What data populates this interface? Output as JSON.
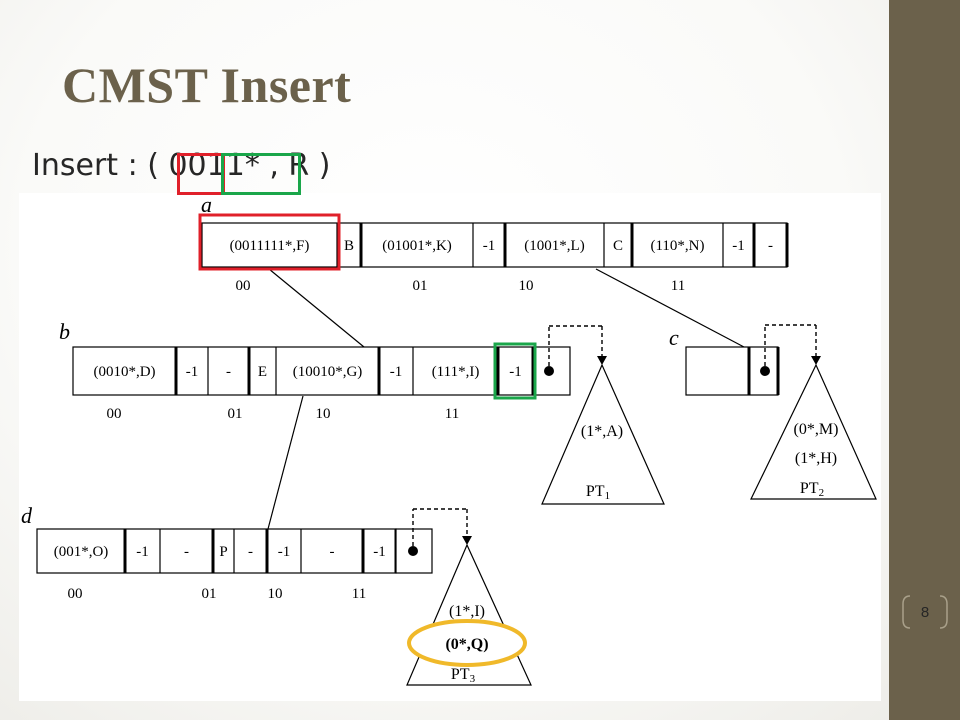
{
  "slide": {
    "title": "CMST Insert",
    "insert_text": "Insert : ( 0011* , R )",
    "page_number": "8"
  },
  "colors": {
    "title": "#6b614b",
    "side_bar": "#6b614b",
    "highlight_red": "#e0202a",
    "highlight_green": "#1aa64a",
    "highlight_gold": "#f0b92a"
  },
  "diagram": {
    "node_labels": {
      "a": "a",
      "b": "b",
      "c": "c",
      "d": "d"
    },
    "node_a": {
      "cells": [
        "(0011111*,F)",
        "B",
        "(01001*,K)",
        "-1",
        "(1001*,L)",
        "C",
        "(110*,N)",
        "-1",
        "-"
      ],
      "indices": [
        "00",
        "01",
        "10",
        "11"
      ]
    },
    "node_b": {
      "cells": [
        "(0010*,D)",
        "-1",
        "-",
        "E",
        "(10010*,G)",
        "-1",
        "(111*,I)",
        "-1"
      ],
      "indices": [
        "00",
        "01",
        "10",
        "11"
      ]
    },
    "node_d": {
      "cells": [
        "(001*,O)",
        "-1",
        "-",
        "P",
        "-",
        "-1",
        "-",
        "-1"
      ],
      "indices": [
        "00",
        "01",
        "10",
        "11"
      ]
    },
    "trees": {
      "pt1": {
        "entries": [
          "(1*,A)"
        ],
        "label": "PT",
        "sub": "1"
      },
      "pt2": {
        "entries": [
          "(0*,M)",
          "(1*,H)"
        ],
        "label": "PT",
        "sub": "2"
      },
      "pt3": {
        "entries": [
          "(1*,I)",
          "(0*,Q)"
        ],
        "label": "PT",
        "sub": "3"
      }
    }
  }
}
